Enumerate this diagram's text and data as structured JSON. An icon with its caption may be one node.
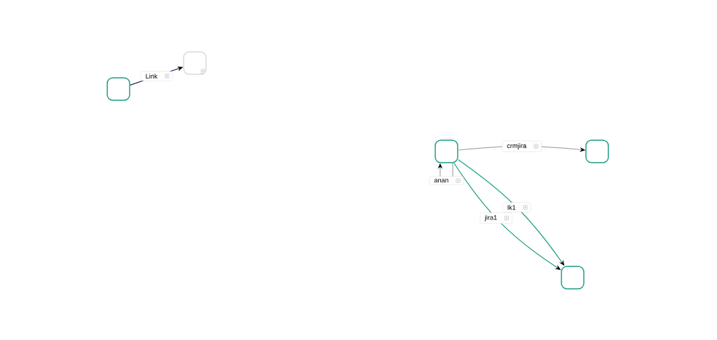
{
  "diagram": {
    "nodes": [
      {
        "text": [],
        "shape": "box"
      },
      {
        "text": [],
        "shape": "box"
      },
      {
        "text": [],
        "shape": "box"
      },
      {
        "text": [],
        "shape": "box"
      },
      {
        "text": [],
        "shape": "box"
      }
    ],
    "edges": [
      {
        "from": 0,
        "to": 1,
        "arrow": "to",
        "label": "Link",
        "color": "#1d2f5e"
      },
      {
        "from": 2,
        "to": 3,
        "arrow": "to",
        "label": "crmjira",
        "color": "#a8a8a8"
      },
      {
        "from": 2,
        "to": 2,
        "arrow": "to",
        "label": "anan",
        "color": "#a8a8a8"
      },
      {
        "from": 2,
        "to": 4,
        "arrow": "to",
        "label": "lk1",
        "color": "#1a9c84"
      },
      {
        "from": 2,
        "to": 4,
        "arrow": "to",
        "label": "jira1",
        "color": "#1a9c84"
      }
    ]
  }
}
